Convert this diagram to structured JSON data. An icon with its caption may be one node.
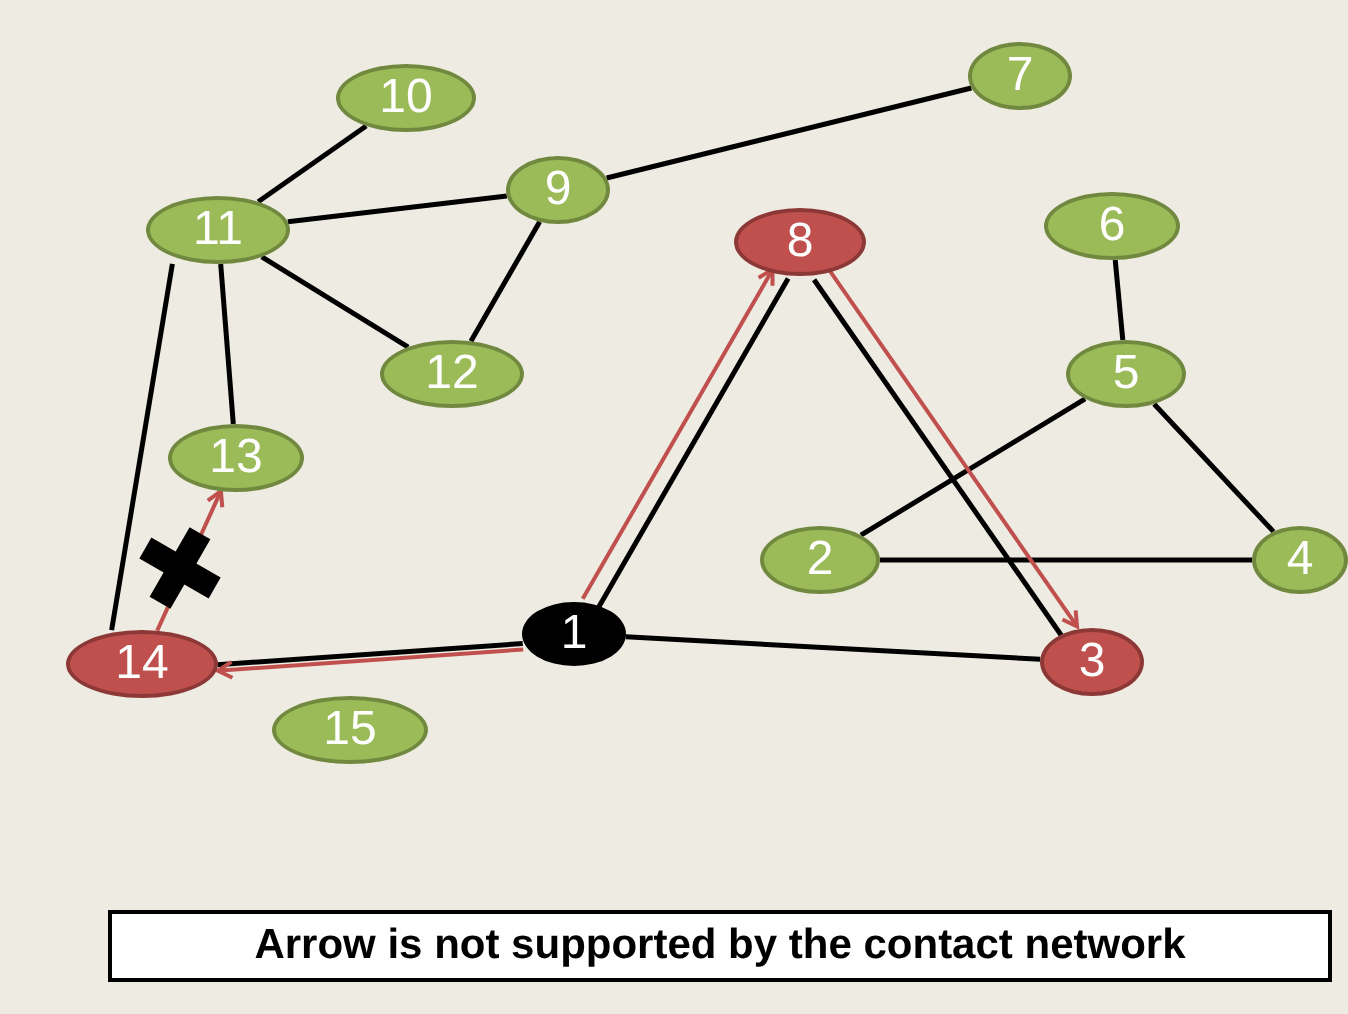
{
  "diagram": {
    "nodes": [
      {
        "text": [
          "1"
        ]
      },
      {
        "text": [
          "2"
        ]
      },
      {
        "text": [
          "3"
        ]
      },
      {
        "text": [
          "4"
        ]
      },
      {
        "text": [
          "5"
        ]
      },
      {
        "text": [
          "6"
        ]
      },
      {
        "text": [
          "7"
        ]
      },
      {
        "text": [
          "8"
        ]
      },
      {
        "text": [
          "9"
        ]
      },
      {
        "text": [
          "10"
        ]
      },
      {
        "text": [
          "11"
        ]
      },
      {
        "text": [
          "12"
        ]
      },
      {
        "text": [
          "13"
        ]
      },
      {
        "text": [
          "14"
        ]
      },
      {
        "text": [
          "15"
        ]
      },
      {
        "text": [
          "Arrow is not supported by the contact network"
        ]
      }
    ],
    "edges": [
      {
        "from": 10,
        "to": 9,
        "arrow": "none"
      },
      {
        "from": 10,
        "to": 8,
        "arrow": "none"
      },
      {
        "from": 8,
        "to": 6,
        "arrow": "none"
      },
      {
        "from": 8,
        "to": 11,
        "arrow": "none"
      },
      {
        "from": 10,
        "to": 11,
        "arrow": "none"
      },
      {
        "from": 10,
        "to": 12,
        "arrow": "none"
      },
      {
        "from": 10,
        "to": 13,
        "arrow": "none"
      },
      {
        "from": 13,
        "to": 0,
        "arrow": "none"
      },
      {
        "from": 0,
        "to": 7,
        "arrow": "none"
      },
      {
        "from": 0,
        "to": 2,
        "arrow": "none"
      },
      {
        "from": 7,
        "to": 2,
        "arrow": "none"
      },
      {
        "from": 1,
        "to": 3,
        "arrow": "none"
      },
      {
        "from": 1,
        "to": 4,
        "arrow": "none"
      },
      {
        "from": 4,
        "to": 5,
        "arrow": "none"
      },
      {
        "from": 4,
        "to": 3,
        "arrow": "none"
      },
      {
        "from": 0,
        "to": 7,
        "arrow": "to",
        "color": "#c0504d"
      },
      {
        "from": 7,
        "to": 2,
        "arrow": "to",
        "color": "#c0504d"
      },
      {
        "from": 0,
        "to": 13,
        "arrow": "to",
        "color": "#c0504d"
      },
      {
        "from": 13,
        "to": 12,
        "arrow": "to",
        "color": "#c0504d"
      }
    ]
  }
}
